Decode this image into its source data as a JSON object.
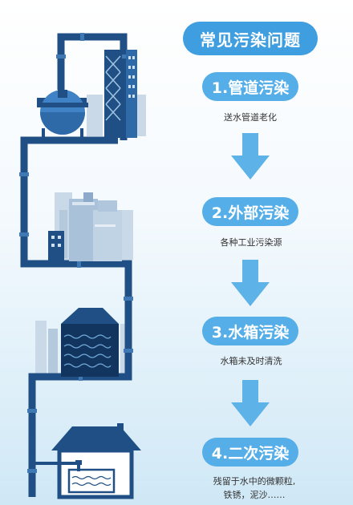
{
  "title": "常见污染问题",
  "steps": [
    {
      "label": "1.管道污染",
      "desc": "送水管道老化"
    },
    {
      "label": "2.外部污染",
      "desc": "各种工业污染源"
    },
    {
      "label": "3.水箱污染",
      "desc": "水箱未及时清洗"
    },
    {
      "label": "4.二次污染",
      "desc_line1": "残留于水中的微颗粒,",
      "desc_line2": "铁锈，泥沙……"
    }
  ],
  "colors": {
    "pipe": "#1f4f84",
    "pill": "#55aee7",
    "title_pill": "#3f9edf",
    "arrow": "#5db2e7",
    "building_light": "#b9cfe2",
    "building_mid": "#9fb9d3",
    "water": "#12355f"
  },
  "icons": [
    "water-tower-icon",
    "factory-building-icon",
    "water-tank-icon",
    "house-tap-icon"
  ]
}
